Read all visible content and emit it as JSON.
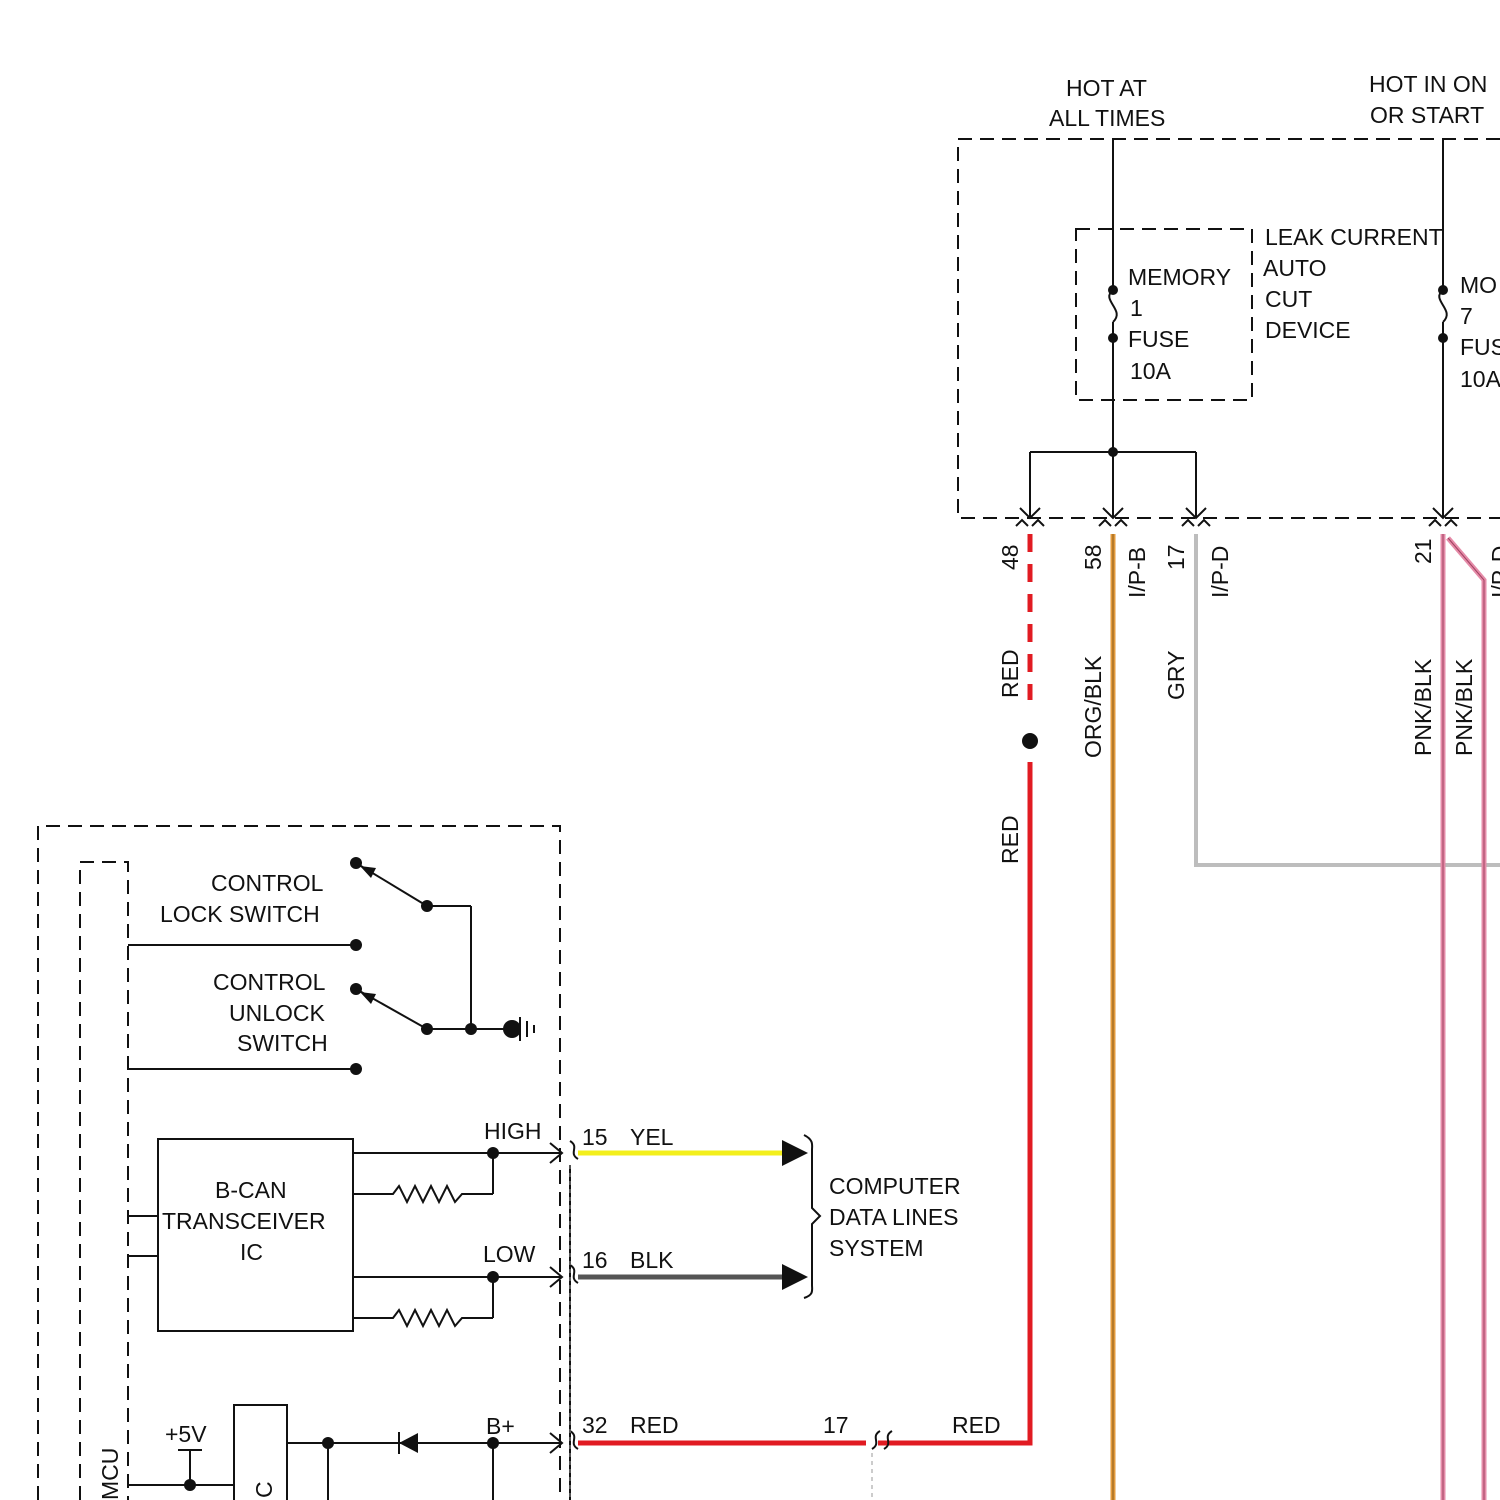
{
  "colors": {
    "red": "#e11b22",
    "orange": "#e39a3b",
    "gray": "#bdbdbd",
    "pink": "#e58ba8",
    "yellow": "#f3ef1c",
    "black_wire": "#555555"
  },
  "power": {
    "hot_at_all_times": [
      "HOT AT",
      "ALL TIMES"
    ],
    "hot_in_on_or_start": [
      "HOT IN ON",
      "OR START"
    ]
  },
  "fuses": {
    "memory1": [
      "MEMORY",
      "1",
      "FUSE",
      "10A"
    ],
    "mo7": [
      "MO",
      "7",
      "FUS",
      "10A"
    ]
  },
  "leak_device": [
    "LEAK CURRENT",
    "AUTO",
    "CUT",
    "DEVICE"
  ],
  "connector_pins": {
    "pin48": "48",
    "pin58": "58",
    "ipb": "I/P-B",
    "pin17": "17",
    "ipd": "I/P-D",
    "pin21": "21",
    "ipd_partial": "I/P-D"
  },
  "wires": {
    "red": "RED",
    "org_blk": "ORG/BLK",
    "gry": "GRY",
    "pnk_blk": "PNK/BLK",
    "yel": "YEL",
    "blk": "BLK"
  },
  "switches": {
    "lock": [
      "CONTROL",
      "LOCK SWITCH"
    ],
    "unlock": [
      "CONTROL",
      "UNLOCK",
      "SWITCH"
    ]
  },
  "bcan": [
    "B-CAN",
    "TRANSCEIVER",
    "IC"
  ],
  "signals": {
    "high": "HIGH",
    "low": "LOW",
    "plus5v": "+5V",
    "bplus": "B+"
  },
  "pins_left": {
    "p15": "15",
    "p16": "16",
    "p32": "32",
    "p17": "17"
  },
  "data_lines": [
    "COMPUTER",
    "DATA LINES",
    "SYSTEM"
  ],
  "mcu": "MCU",
  "c_block": "C"
}
